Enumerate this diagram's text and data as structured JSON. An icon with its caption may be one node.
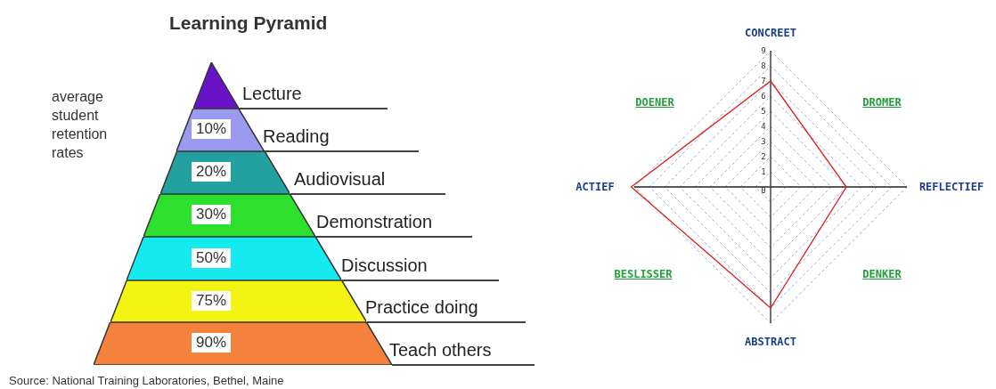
{
  "diagram": {
    "title": "Learning Pyramid",
    "caption": "Source: National Training Laboratories, Bethel, Maine",
    "nodes": [
      {
        "text": [],
        "shape": "triangle",
        "beside": [
          "Lecture"
        ]
      },
      {
        "text": [
          "10%"
        ],
        "beside": [
          "Reading"
        ]
      },
      {
        "text": [
          "20%"
        ],
        "beside": [
          "Audiovisual"
        ]
      },
      {
        "text": [
          "30%"
        ],
        "beside": [
          "Demonstration"
        ]
      },
      {
        "text": [
          "50%"
        ],
        "beside": [
          "Discussion"
        ]
      },
      {
        "text": [
          "75%"
        ],
        "beside": [
          "Practice doing"
        ]
      },
      {
        "text": [
          "90%"
        ],
        "beside": [
          "Teach others"
        ]
      }
    ],
    "labels": [
      "average student retention rates",
      "CONCREET",
      "DOENER",
      "DROMER",
      "ACTIEF",
      "REFLECTIEF",
      "BESLISSER",
      "DENKER",
      "ABSTRACT",
      "9",
      "8",
      "7",
      "6",
      "5",
      "4",
      "3",
      "2",
      "1",
      "0"
    ]
  }
}
